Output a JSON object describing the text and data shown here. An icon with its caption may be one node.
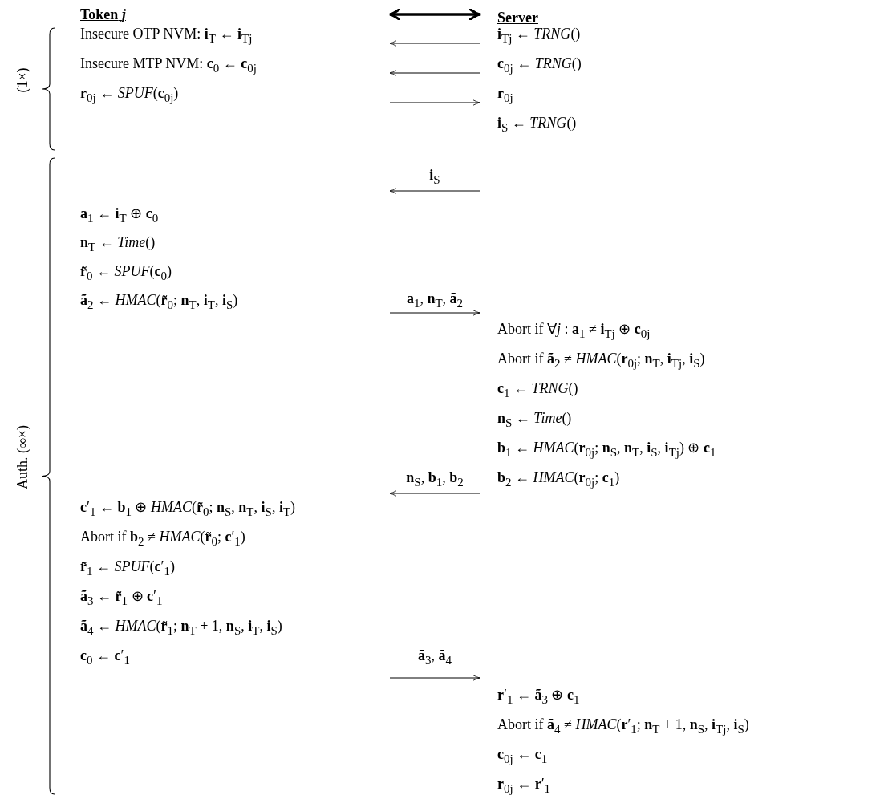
{
  "diagram": {
    "labels": [
      "**Token** *j*",
      "Server",
      "(1×)",
      "Insecure OTP NVM: **i**$_{T}$ ← **i**$_{Tj}$",
      "**i**$_{Tj}$ ← *TRNG*()",
      "Insecure MTP NVM: **c**$_{0}$ ← **c**$_{0j}$",
      "**c**$_{0j}$ ← *TRNG*()",
      "**r**$_{0j}$ ← *SPUF*(**c**$_{0j}$)",
      "**r**$_{0j}$",
      "**i**$_{S}$ ← *TRNG*()",
      "Auth. (∞×)",
      "**i**$_{S}$",
      "**a**$_{1}$ ← **i**$_{T}$ ⊕ **c**$_{0}$",
      "**n**$_{T}$ ← *Time*()",
      "**r̃**$_{0}$ ← *SPUF*(**c**$_{0}$)",
      "**ã**$_{2}$ ← *HMAC*(**r̃**$_{0}$; **n**$_{T}$, **i**$_{T}$, **i**$_{S}$)",
      "**a**$_{1}$, **n**$_{T}$, **ã**$_{2}$",
      "Abort if ∀*j* : **a**$_{1}$ ≠ **i**$_{Tj}$ ⊕ **c**$_{0j}$",
      "Abort if **ã**$_{2}$ ≠ *HMAC*(**r**$_{0j}$; **n**$_{T}$, **i**$_{Tj}$, **i**$_{S}$)",
      "**c**$_{1}$ ← *TRNG*()",
      "**n**$_{S}$ ← *Time*()",
      "**b**$_{1}$ ← *HMAC*(**r**$_{0j}$; **n**$_{S}$, **n**$_{T}$, **i**$_{S}$, **i**$_{Tj}$) ⊕ **c**$_{1}$",
      "**n**$_{S}$, **b**$_{1}$, **b**$_{2}$",
      "**b**$_{2}$ ← *HMAC*(**r**$_{0j}$; **c**$_{1}$)",
      "**c**′$_{1}$ ← **b**$_{1}$ ⊕ *HMAC*(**r̃**$_{0}$; **n**$_{S}$, **n**$_{T}$, **i**$_{S}$, **i**$_{T}$)",
      "Abort if **b**$_{2}$ ≠ *HMAC*(**r̃**$_{0}$; **c**′$_{1}$)",
      "**r̃**$_{1}$ ← *SPUF*(**c**′$_{1}$)",
      "**ã**$_{3}$ ← **r̃**$_{1}$ ⊕ **c**′$_{1}$",
      "**ã**$_{4}$ ← *HMAC*(**r̃**$_{1}$; **n**$_{T}$ + 1, **n**$_{S}$, **i**$_{T}$, **i**$_{S}$)",
      "**c**$_{0}$ ← **c**′$_{1}$",
      "**ã**$_{3}$, **ã**$_{4}$",
      "**r**′$_{1}$ ← **ã**$_{3}$ ⊕ **c**$_{1}$",
      "Abort if **ã**$_{4}$ ≠ *HMAC*(**r**′$_{1}$; **n**$_{T}$ + 1, **n**$_{S}$, **i**$_{Tj}$, **i**$_{S}$)",
      "**c**$_{0j}$ ← **c**$_{1}$",
      "**r**$_{0j}$ ← **r**′$_{1}$"
    ]
  }
}
